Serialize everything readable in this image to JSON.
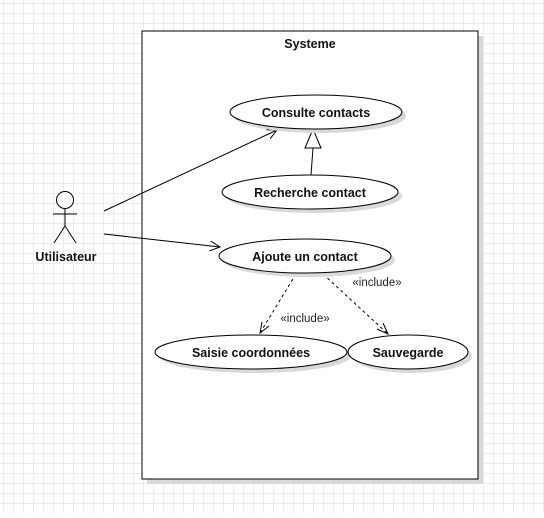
{
  "diagram": {
    "type": "uml-use-case",
    "system": {
      "title": "Systeme"
    },
    "actor": {
      "name": "Utilisateur"
    },
    "use_cases": {
      "consulte": "Consulte contacts",
      "recherche": "Recherche contact",
      "ajoute": "Ajoute un contact",
      "saisie": "Saisie coordonnées",
      "sauvegarde": "Sauvegarde"
    },
    "relations": {
      "include_saisie": "«include»",
      "include_sauvegarde": "«include»"
    }
  },
  "colors": {
    "stroke": "#000000",
    "fill": "#ffffff",
    "shadow": "#d9d9d9",
    "grid": "#ececec"
  }
}
